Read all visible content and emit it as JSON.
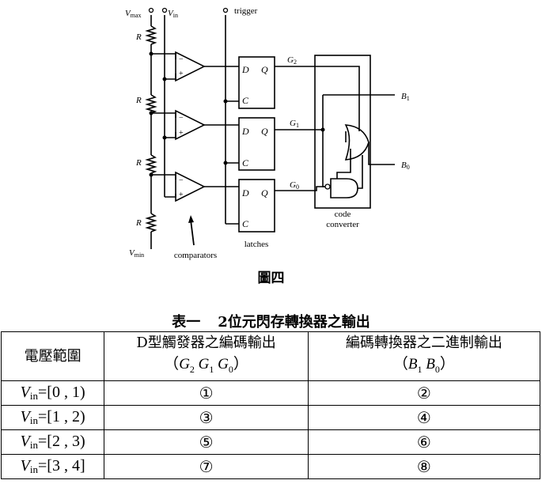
{
  "diagram": {
    "vmax": "V",
    "vmax_sub": "max",
    "vin": "V",
    "vin_sub": "in",
    "vmin": "V",
    "vmin_sub": "min",
    "trigger": "trigger",
    "resistor": "R",
    "flipflop_d": "D",
    "flipflop_q": "Q",
    "flipflop_c": "C",
    "comparator_minus": "−",
    "comparator_plus": "+",
    "g2": "G",
    "g2_sub": "2",
    "g1": "G",
    "g1_sub": "1",
    "g0": "G",
    "g0_sub": "0",
    "b1": "B",
    "b1_sub": "1",
    "b0": "B",
    "b0_sub": "0",
    "code_converter_line1": "code",
    "code_converter_line2": "converter",
    "latches": "latches",
    "comparators": "comparators"
  },
  "figure_caption": "圖四",
  "table": {
    "caption_prefix": "表一",
    "caption_text": "2位元閃存轉換器之輸出",
    "headers": {
      "col1": "電壓範圍",
      "col2_line1": "D型觸發器之編碼輸出",
      "col2_line2_open": "（",
      "col2_line2_close": "）",
      "col3_line1": "編碼轉換器之二進制輸出",
      "col3_line2_open": "（",
      "col3_line2_close": "）",
      "g": "G",
      "g2_sub": "2",
      "g1_sub": "1",
      "g0_sub": "0",
      "b": "B",
      "b1_sub": "1",
      "b0_sub": "0"
    },
    "rows": [
      {
        "v": "V",
        "sub": "in",
        "range": "=[0 , 1)",
        "a": "①",
        "b": "②"
      },
      {
        "v": "V",
        "sub": "in",
        "range": "=[1 , 2)",
        "a": "③",
        "b": "④"
      },
      {
        "v": "V",
        "sub": "in",
        "range": "=[2 , 3)",
        "a": "⑤",
        "b": "⑥"
      },
      {
        "v": "V",
        "sub": "in",
        "range": "=[3 , 4]",
        "a": "⑦",
        "b": "⑧"
      }
    ]
  }
}
